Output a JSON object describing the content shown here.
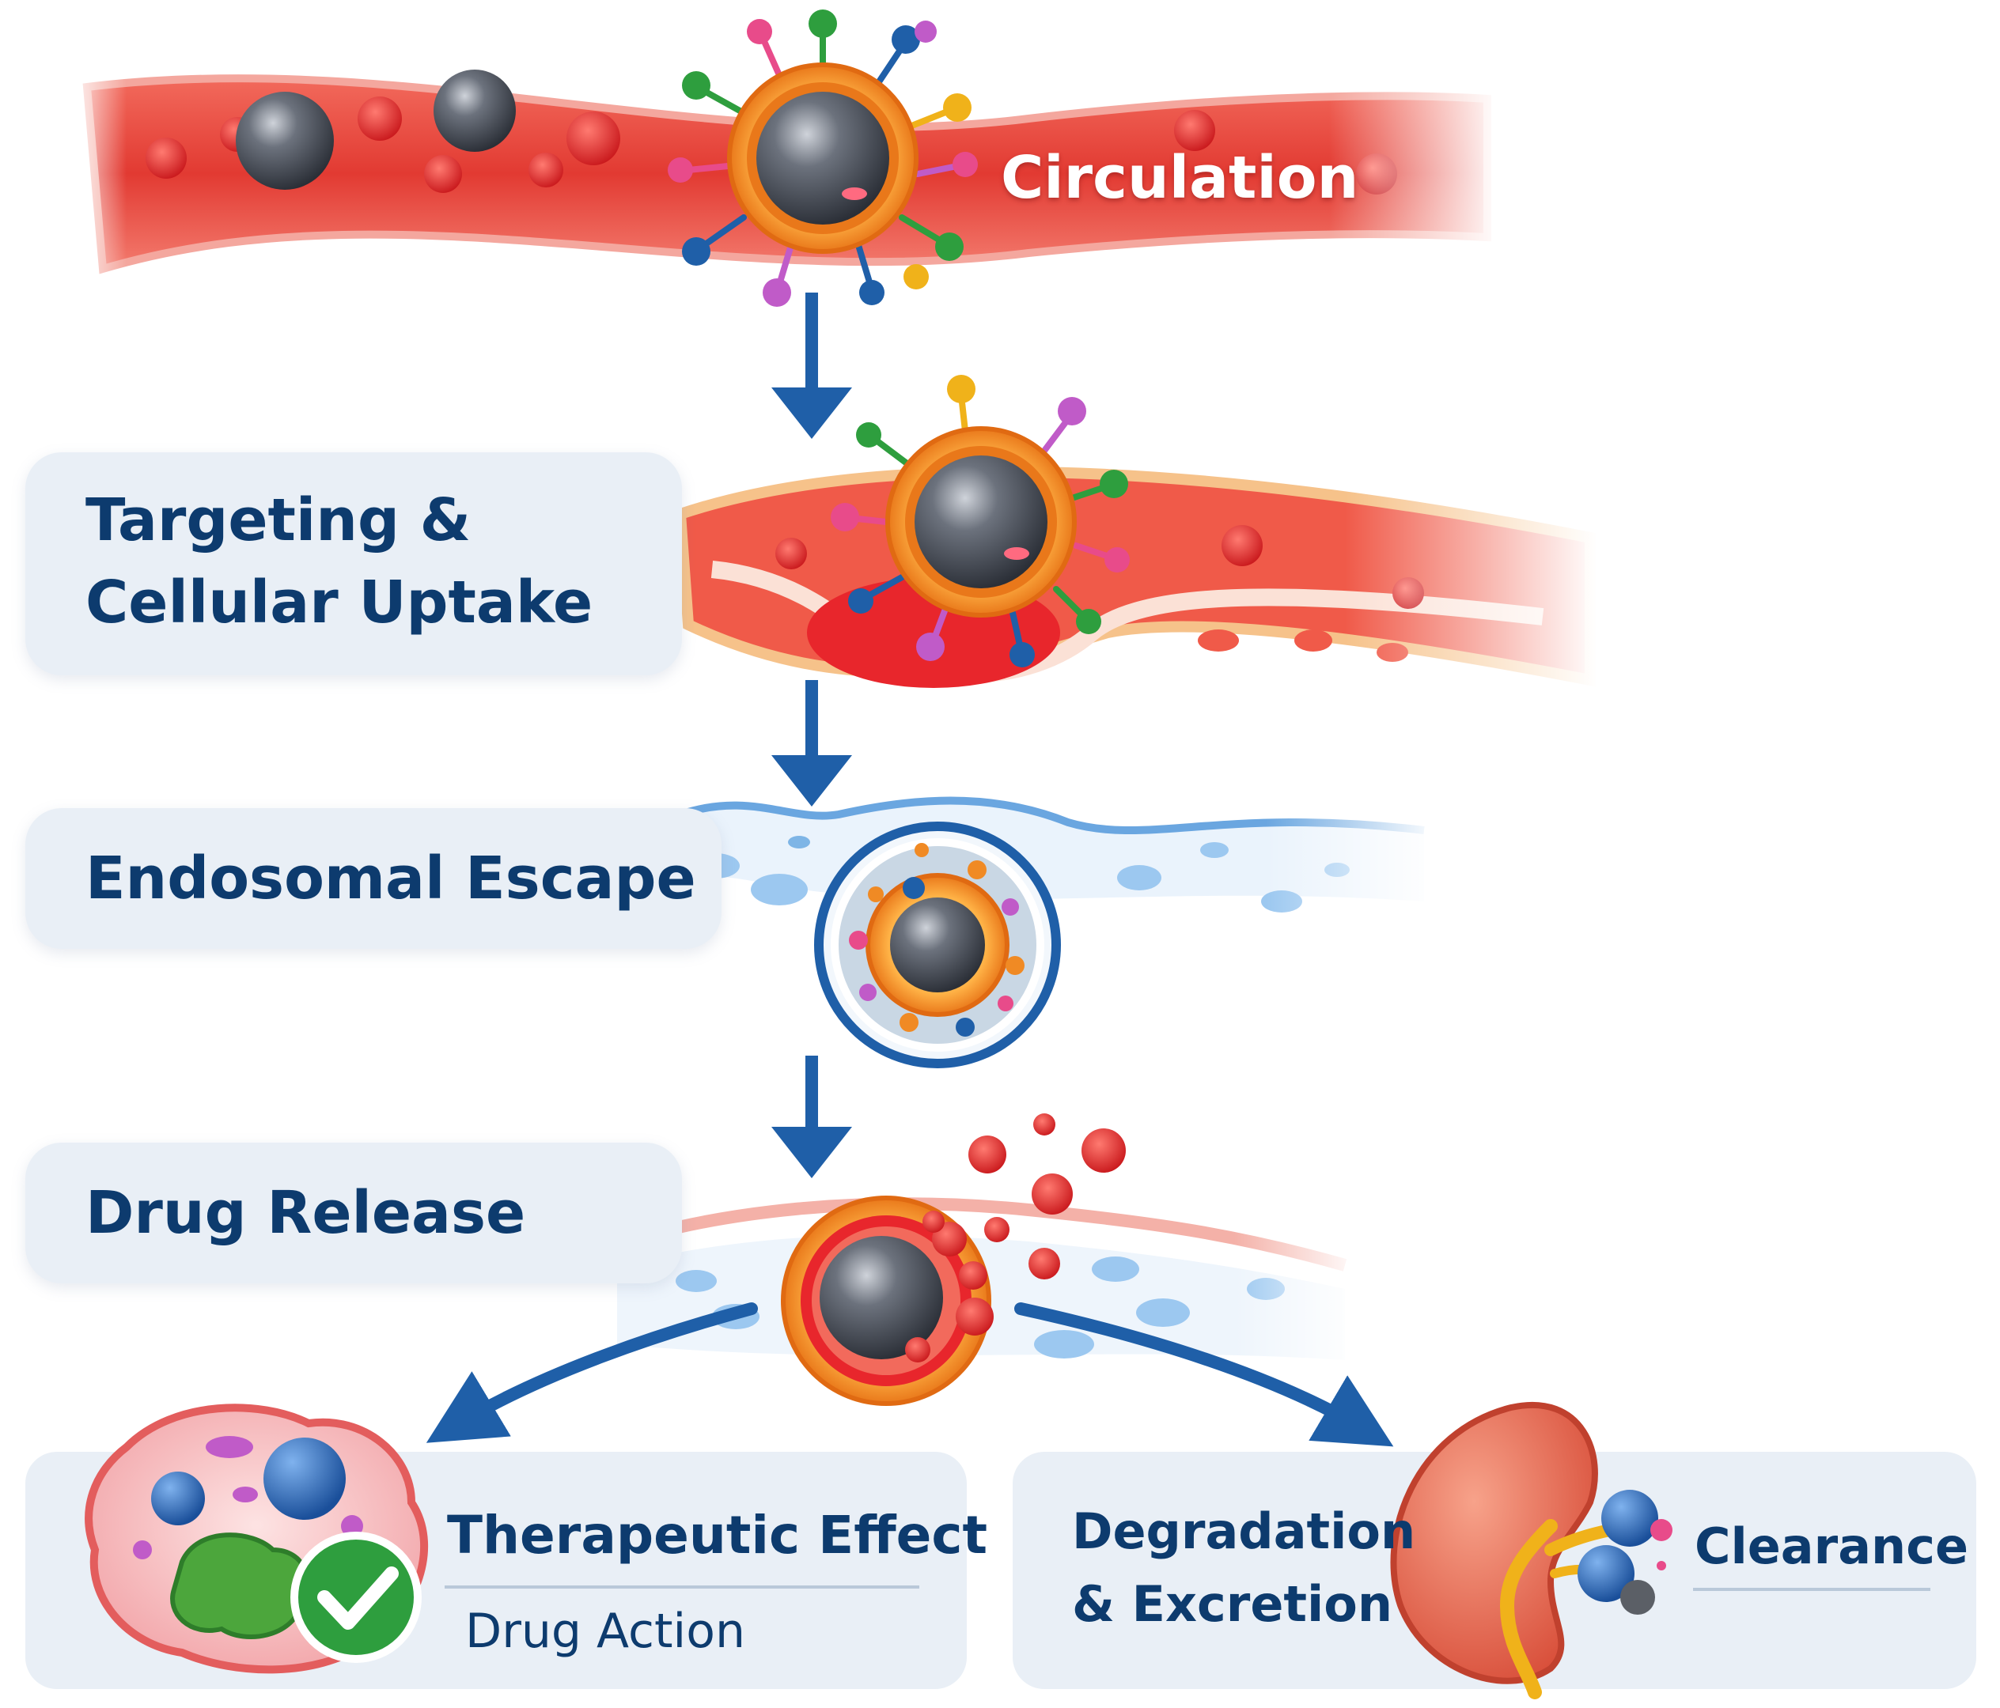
{
  "diagram": {
    "circulation": "Circulation",
    "targeting_line1": "Targeting &",
    "targeting_line2": "Cellular Uptake",
    "endosomal_escape": "Endosomal Escape",
    "drug_release": "Drug Release",
    "therapeutic_effect": "Therapeutic Effect",
    "drug_action": "Drug Action",
    "degradation_line1": "Degradation",
    "degradation_line2": "& Excretion",
    "clearance": "Clearance"
  },
  "colors": {
    "vessel_red": "#e8403a",
    "arrow_blue": "#1f5fa8",
    "label_navy": "#0d3b6e",
    "panel_bg": "#e9eff6",
    "nanoparticle_gray": "#4a4f5a",
    "corona_orange": "#f08a24",
    "check_green": "#2e9e3e"
  },
  "icons": [
    "nanoparticle-icon",
    "blood-vessel-icon",
    "endosome-icon",
    "drug-molecule-icon",
    "target-cell-icon",
    "checkmark-icon",
    "kidney-icon"
  ]
}
